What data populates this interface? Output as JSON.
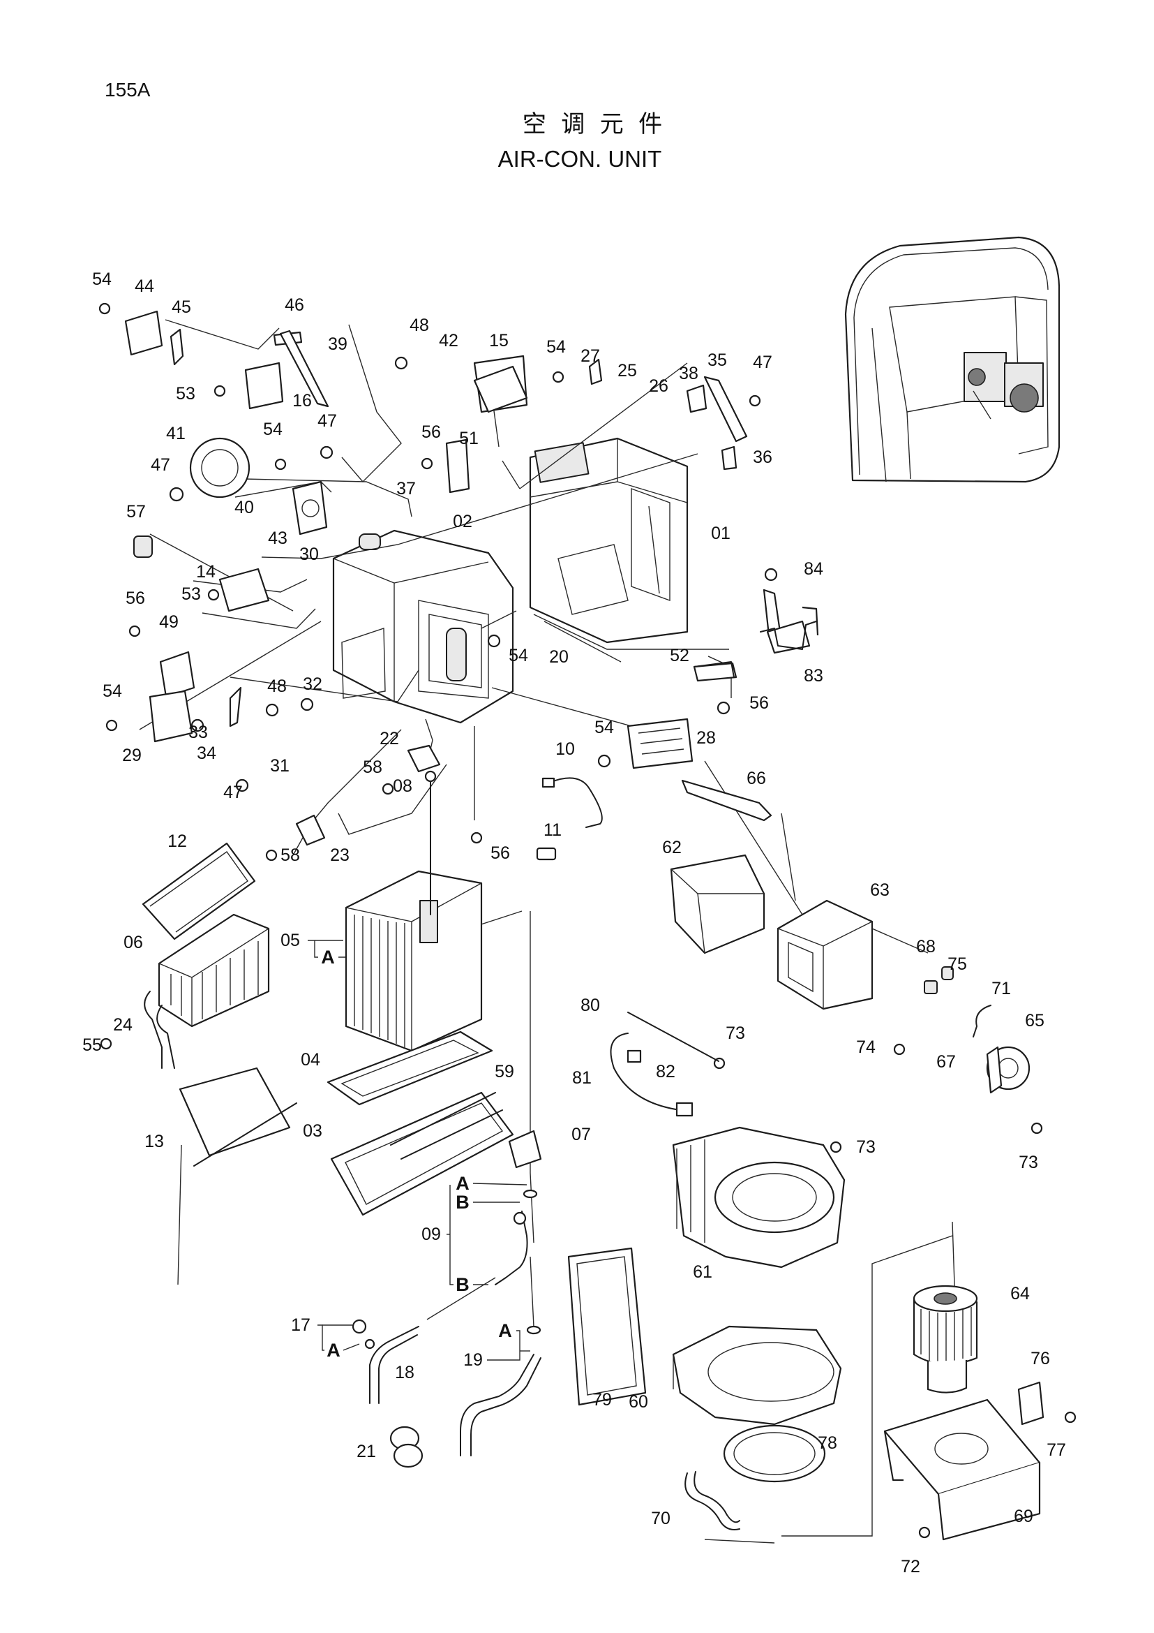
{
  "page_number": "155A",
  "title_cn": "空 调 元 件",
  "title_en": "AIR-CON. UNIT",
  "callouts": [
    "54",
    "44",
    "45",
    "46",
    "39",
    "48",
    "42",
    "15",
    "54",
    "27",
    "25",
    "26",
    "38",
    "35",
    "47",
    "53",
    "16",
    "41",
    "54",
    "47",
    "56",
    "51",
    "37",
    "36",
    "47",
    "57",
    "40",
    "30",
    "02",
    "01",
    "43",
    "14",
    "84",
    "53",
    "56",
    "49",
    "54",
    "20",
    "52",
    "83",
    "48",
    "32",
    "54",
    "33",
    "29",
    "34",
    "31",
    "56",
    "54",
    "28",
    "47",
    "22",
    "10",
    "58",
    "66",
    "08",
    "11",
    "58",
    "23",
    "56",
    "12",
    "62",
    "63",
    "05",
    "A",
    "06",
    "68",
    "75",
    "71",
    "80",
    "73",
    "65",
    "24",
    "55",
    "74",
    "67",
    "04",
    "59",
    "81",
    "82",
    "13",
    "03",
    "07",
    "73",
    "73",
    "A",
    "B",
    "09",
    "61",
    "B",
    "64",
    "17",
    "A",
    "A",
    "18",
    "19",
    "76",
    "79",
    "60",
    "77",
    "21",
    "78",
    "70",
    "69",
    "72"
  ]
}
